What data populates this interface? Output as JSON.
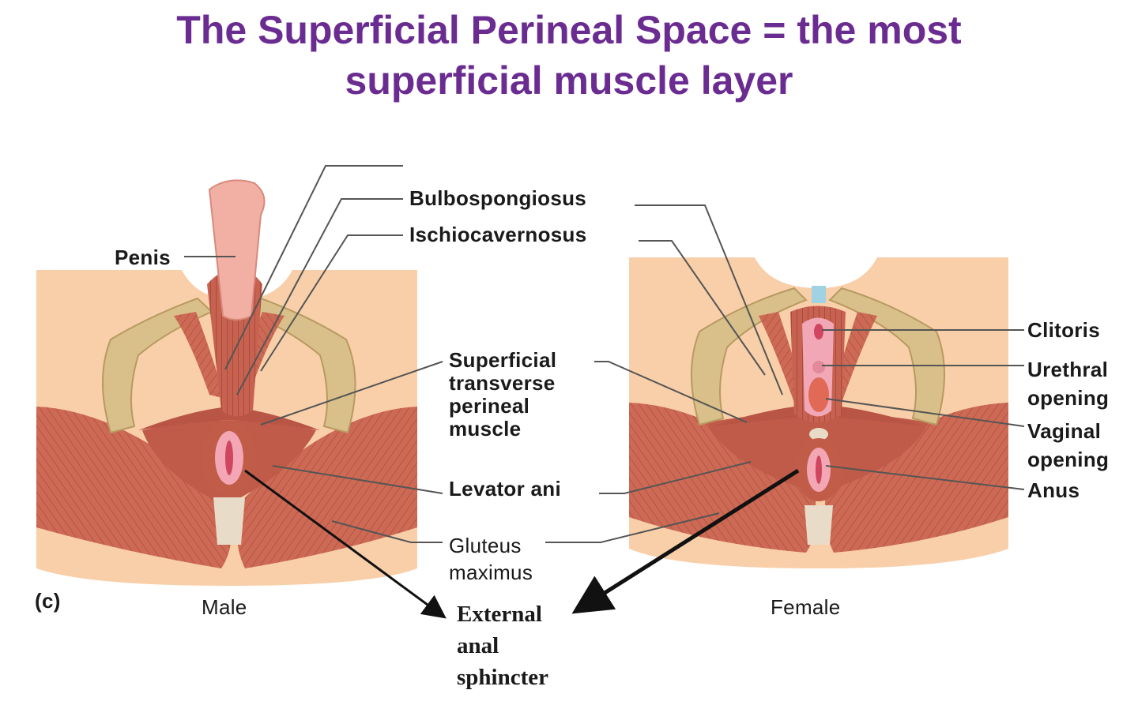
{
  "title": {
    "line1": "The Superficial Perineal Space = the most",
    "line2": "superficial muscle layer"
  },
  "labels": {
    "bulbospongiosus": "Bulbospongiosus",
    "ischiocavernosus": "Ischiocavernosus",
    "penis": "Penis",
    "superficial_transverse": [
      "Superficial",
      "transverse",
      "perineal",
      "muscle"
    ],
    "levator_ani": "Levator ani",
    "gluteus_maximus": [
      "Gluteus",
      "maximus"
    ],
    "clitoris": "Clitoris",
    "urethral_opening": [
      "Urethral",
      "opening"
    ],
    "vaginal_opening": [
      "Vaginal",
      "opening"
    ],
    "anus": "Anus",
    "panel_letter": "(c)",
    "male": "Male",
    "female": "Female",
    "external_anal_sphincter": [
      "External",
      "anal",
      "sphincter"
    ]
  },
  "colors": {
    "title": "#6b2c91",
    "skin": "#f8cfa9",
    "muscle": "#cd6a55",
    "muscle_dark": "#a8463a",
    "bone": "#d9bf8a",
    "leader_line": "#555555",
    "arrow": "#111111"
  }
}
